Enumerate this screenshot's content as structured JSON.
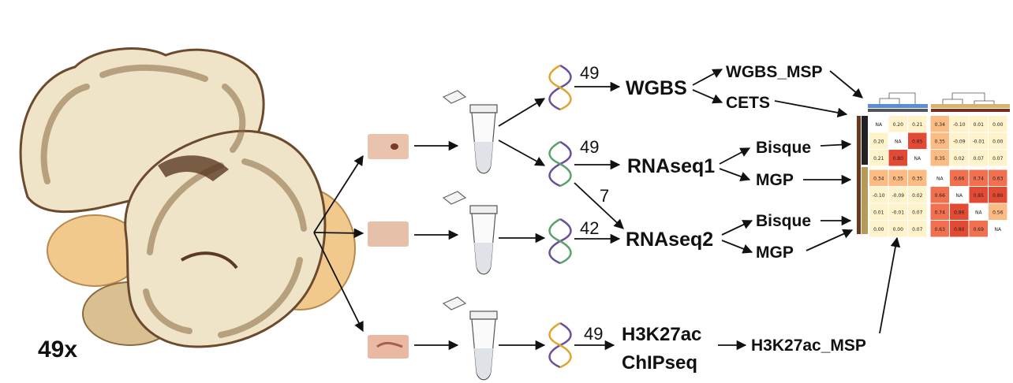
{
  "sample_count": "49x",
  "counts": {
    "wgbs": "49",
    "rnaseq1": "49",
    "shared": "7",
    "rnaseq2": "42",
    "chipseq": "49"
  },
  "assays": {
    "wgbs": "WGBS",
    "rnaseq1": "RNAseq1",
    "rnaseq2": "RNAseq2",
    "chip_line1": "H3K27ac",
    "chip_line2": "ChIPseq"
  },
  "methods": {
    "wgbs_msp": "WGBS_MSP",
    "cets": "CETS",
    "bisque1": "Bisque",
    "mgp1": "MGP",
    "bisque2": "Bisque",
    "mgp2": "MGP",
    "h3k27ac_msp": "H3K27ac_MSP"
  },
  "colors": {
    "brain_fill": "#efe3c8",
    "brain_outline": "#6b4a2e",
    "cerebellum": "#f2c98c",
    "tissue": "#e9c3ae",
    "heatmap_high": "#e34a33",
    "heatmap_mid": "#fdbb84",
    "heatmap_low": "#fff3cc"
  },
  "heatmap": {
    "rows": [
      [
        "NA",
        "0.20",
        "0.21",
        "0.34",
        "-0.10",
        "0.01",
        "0.00"
      ],
      [
        "0.20",
        "NA",
        "0.85",
        "0.35",
        "-0.09",
        "-0.01",
        "0.00"
      ],
      [
        "0.21",
        "0.80",
        "NA",
        "0.35",
        "0.02",
        "0.07",
        "0.07"
      ],
      [
        "0.34",
        "0.35",
        "0.35",
        "NA",
        "0.66",
        "0.74",
        "0.63"
      ],
      [
        "-0.10",
        "-0.09",
        "0.02",
        "0.66",
        "NA",
        "0.85",
        "0.80"
      ],
      [
        "0.01",
        "-0.01",
        "0.07",
        "0.74",
        "0.86",
        "NA",
        "0.56"
      ],
      [
        "0.00",
        "0.00",
        "0.07",
        "0.63",
        "0.80",
        "0.69",
        "NA"
      ]
    ]
  }
}
